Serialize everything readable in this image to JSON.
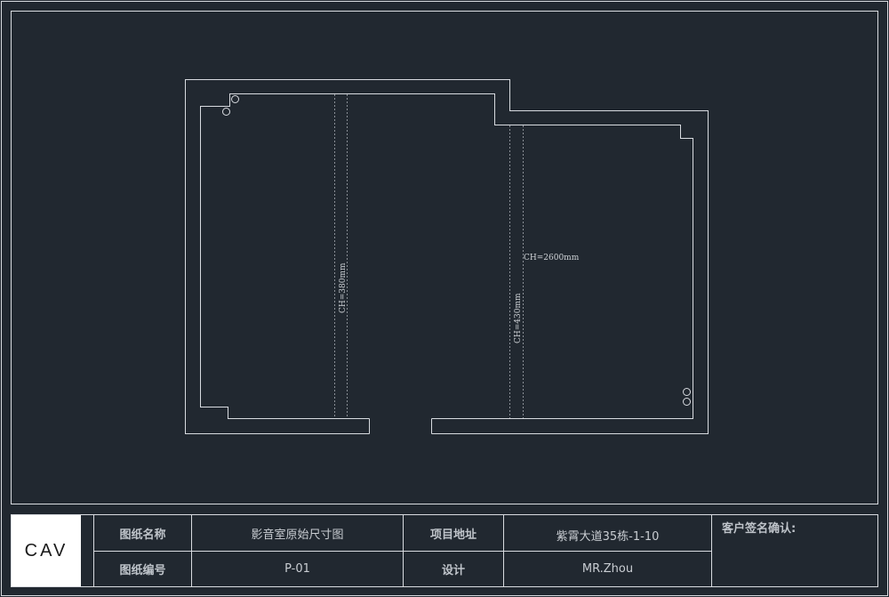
{
  "plan": {
    "dimensions": [
      {
        "text": "CH=380mm"
      },
      {
        "text": "CH=430mm"
      },
      {
        "text": "CH=2600mm"
      }
    ]
  },
  "logo": {
    "text": "CAV"
  },
  "title_block": {
    "drawing_name_label": "图纸名称",
    "drawing_name_value": "影音室原始尺寸图",
    "project_address_label": "项目地址",
    "project_address_value": "紫霄大道35栋-1-10",
    "drawing_number_label": "图纸编号",
    "drawing_number_value": "P-01",
    "designer_label": "设计",
    "designer_value": "MR.Zhou",
    "client_signature_label": "客户签名确认:"
  },
  "colors": {
    "background": "#212830",
    "lines": "#d8dbe0"
  }
}
